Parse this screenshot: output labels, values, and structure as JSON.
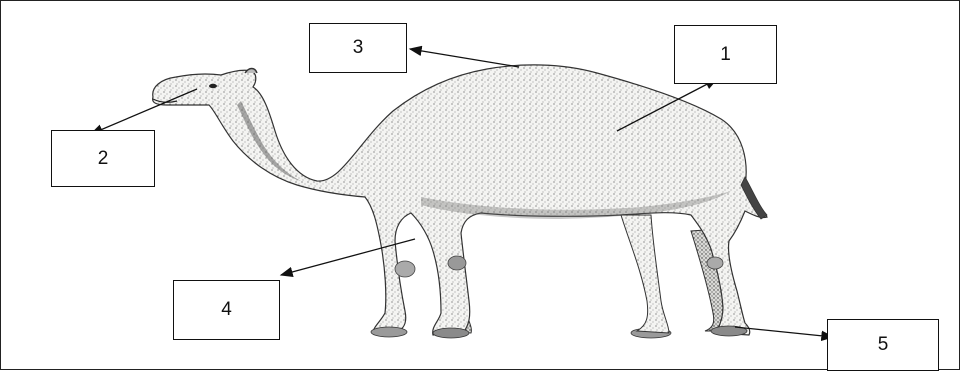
{
  "labels": {
    "one": "1",
    "two": "2",
    "three": "3",
    "four": "4",
    "five": "5"
  },
  "illustration": {
    "subject": "camel",
    "style": "stippled pen drawing"
  },
  "colors": {
    "ink": "#222222",
    "box_border": "#111111",
    "background": "#ffffff"
  }
}
